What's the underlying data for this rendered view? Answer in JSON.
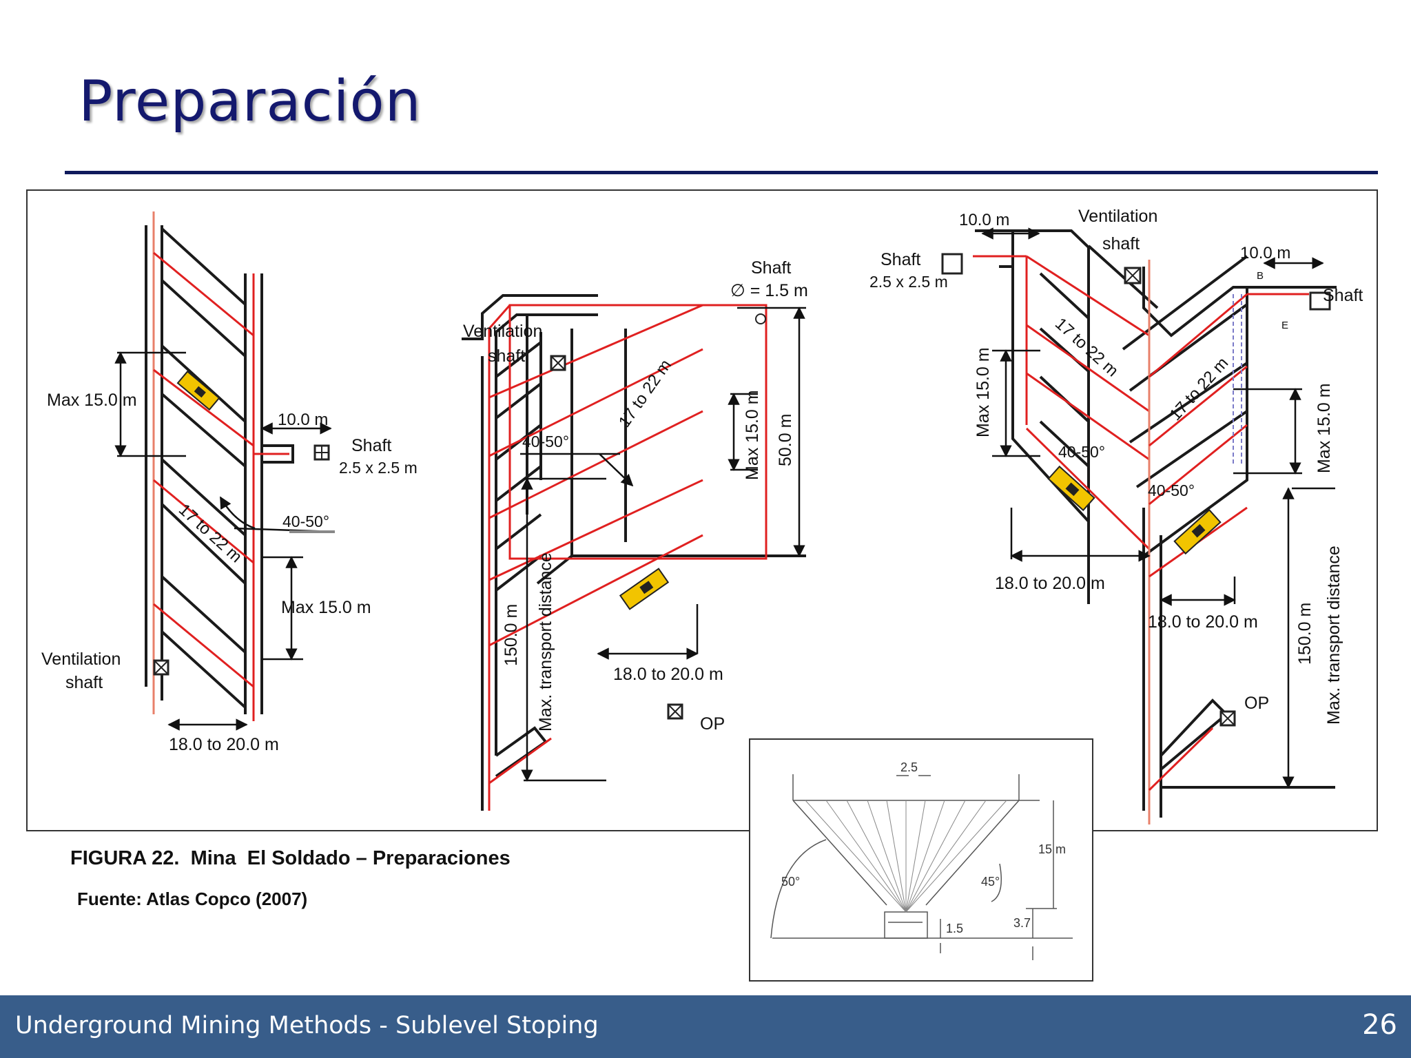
{
  "slide": {
    "title": "Preparación",
    "caption": "FIGURA 22.  Mina  El Soldado – Preparaciones",
    "source": "Fuente: Atlas Copco (2007)",
    "footer_text": "Underground Mining Methods - Sublevel Stoping",
    "page_number": "26"
  },
  "diagram_left": {
    "max15_a": "Max 15.0 m",
    "dist10": "10.0 m",
    "shaft": "Shaft",
    "shaft_size": "2.5 x 2.5 m",
    "angle": "40-50°",
    "crosscut": "17 to 22 m",
    "max15_b": "Max 15.0 m",
    "vent1": "Ventilation",
    "vent2": "shaft",
    "width": "18.0 to 20.0 m"
  },
  "diagram_middle": {
    "shaft": "Shaft",
    "shaft_dia": "∅ = 1.5 m",
    "vent1": "Ventilation",
    "vent2": "shaft",
    "crosscut": "17 to 22 m",
    "angle": "40-50°",
    "max15": "Max 15.0 m",
    "height50": "50.0 m",
    "transport_len": "150.0 m",
    "transport_label": "Max. transport distance",
    "width": "18.0 to 20.0 m",
    "op": "OP"
  },
  "diagram_right": {
    "dist10_a": "10.0 m",
    "vent1": "Ventilation",
    "vent2": "shaft",
    "shaft_a": "Shaft",
    "shaft_size": "2.5 x 2.5 m",
    "dist10_b": "10.0 m",
    "b": "B",
    "e": "E",
    "shaft_b": "Shaft",
    "max15_a": "Max 15.0 m",
    "crosscut_a": "17 to 22 m",
    "crosscut_b": "17 to 22 m",
    "max15_b": "Max 15.0 m",
    "angle_a": "40-50°",
    "angle_b": "40-50°",
    "width_a": "18.0 to 20.0 m",
    "width_b": "18.0 to 20.0 m",
    "transport_len": "150.0 m",
    "transport_label": "Max. transport distance",
    "op": "OP"
  },
  "inset": {
    "spacing": "2.5",
    "height": "15 m",
    "angle_a": "50°",
    "angle_b": "45°",
    "h_a": "1.5",
    "h_b": "3.7"
  },
  "colors": {
    "title": "#14196e",
    "rule": "#0f1a5c",
    "footer": "#385d8a",
    "drift_red": "#e02020",
    "loader_yellow": "#f2c400"
  }
}
